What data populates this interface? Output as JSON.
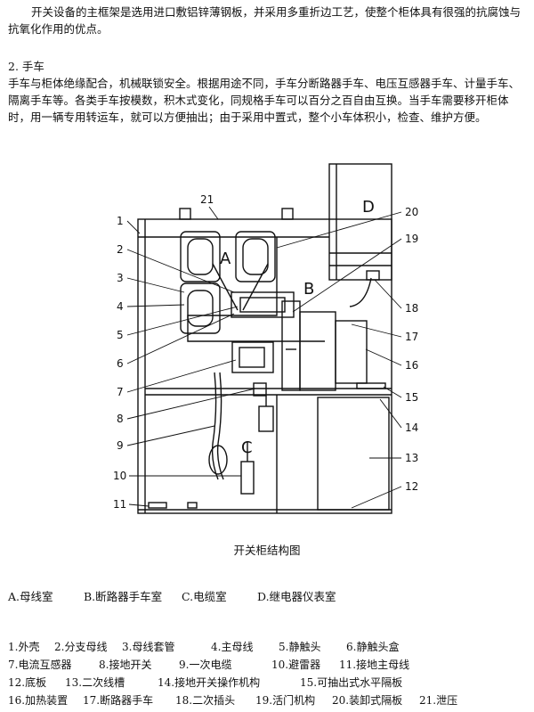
{
  "paragraph1": "开关设备的主框架是选用进口敷铝锌薄钢板，并采用多重折边工艺，使整个柜体具有很强的抗腐蚀与抗氧化作用的优点。",
  "heading": "2. 手车",
  "paragraph2": "手车与柜体绝缘配合，机械联锁安全。根据用途不同，手车分断路器手车、电压互感器手车、计量手车、隔离手车等。各类手车按模数，积木式变化，同规格手车可以百分之百自由互换。当手车需要移开柜体时，用一辆专用转运车，就可以方便抽出；由于采用中置式，整个小车体积小，检查、维护方便。",
  "figure": {
    "caption": "开关柜结构图",
    "room_letters": [
      "A",
      "B",
      "C",
      "D"
    ],
    "callouts": [
      "1",
      "2",
      "3",
      "4",
      "5",
      "6",
      "7",
      "8",
      "9",
      "10",
      "11",
      "12",
      "13",
      "14",
      "15",
      "16",
      "17",
      "18",
      "19",
      "20",
      "21"
    ]
  },
  "rooms": [
    "A.母线室",
    "B.断路器手车室",
    "C.电缆室",
    "D.继电器仪表室"
  ],
  "parts": [
    [
      "1.外壳",
      "2.分支母线",
      "3.母线套管",
      "4.主母线",
      "5.静触头",
      "6.静触头盒"
    ],
    [
      "7.电流互感器",
      "8.接地开关",
      "9.一次电缆",
      "10.避雷器",
      "11.接地主母线"
    ],
    [
      "12.底板",
      "13.二次线槽",
      "14.接地开关操作机构",
      "15.可抽出式水平隔板"
    ],
    [
      "16.加热装置",
      "17.断路器手车",
      "18.二次插头",
      "19.活门机构",
      "20.装卸式隔板",
      "21.泄压"
    ]
  ]
}
